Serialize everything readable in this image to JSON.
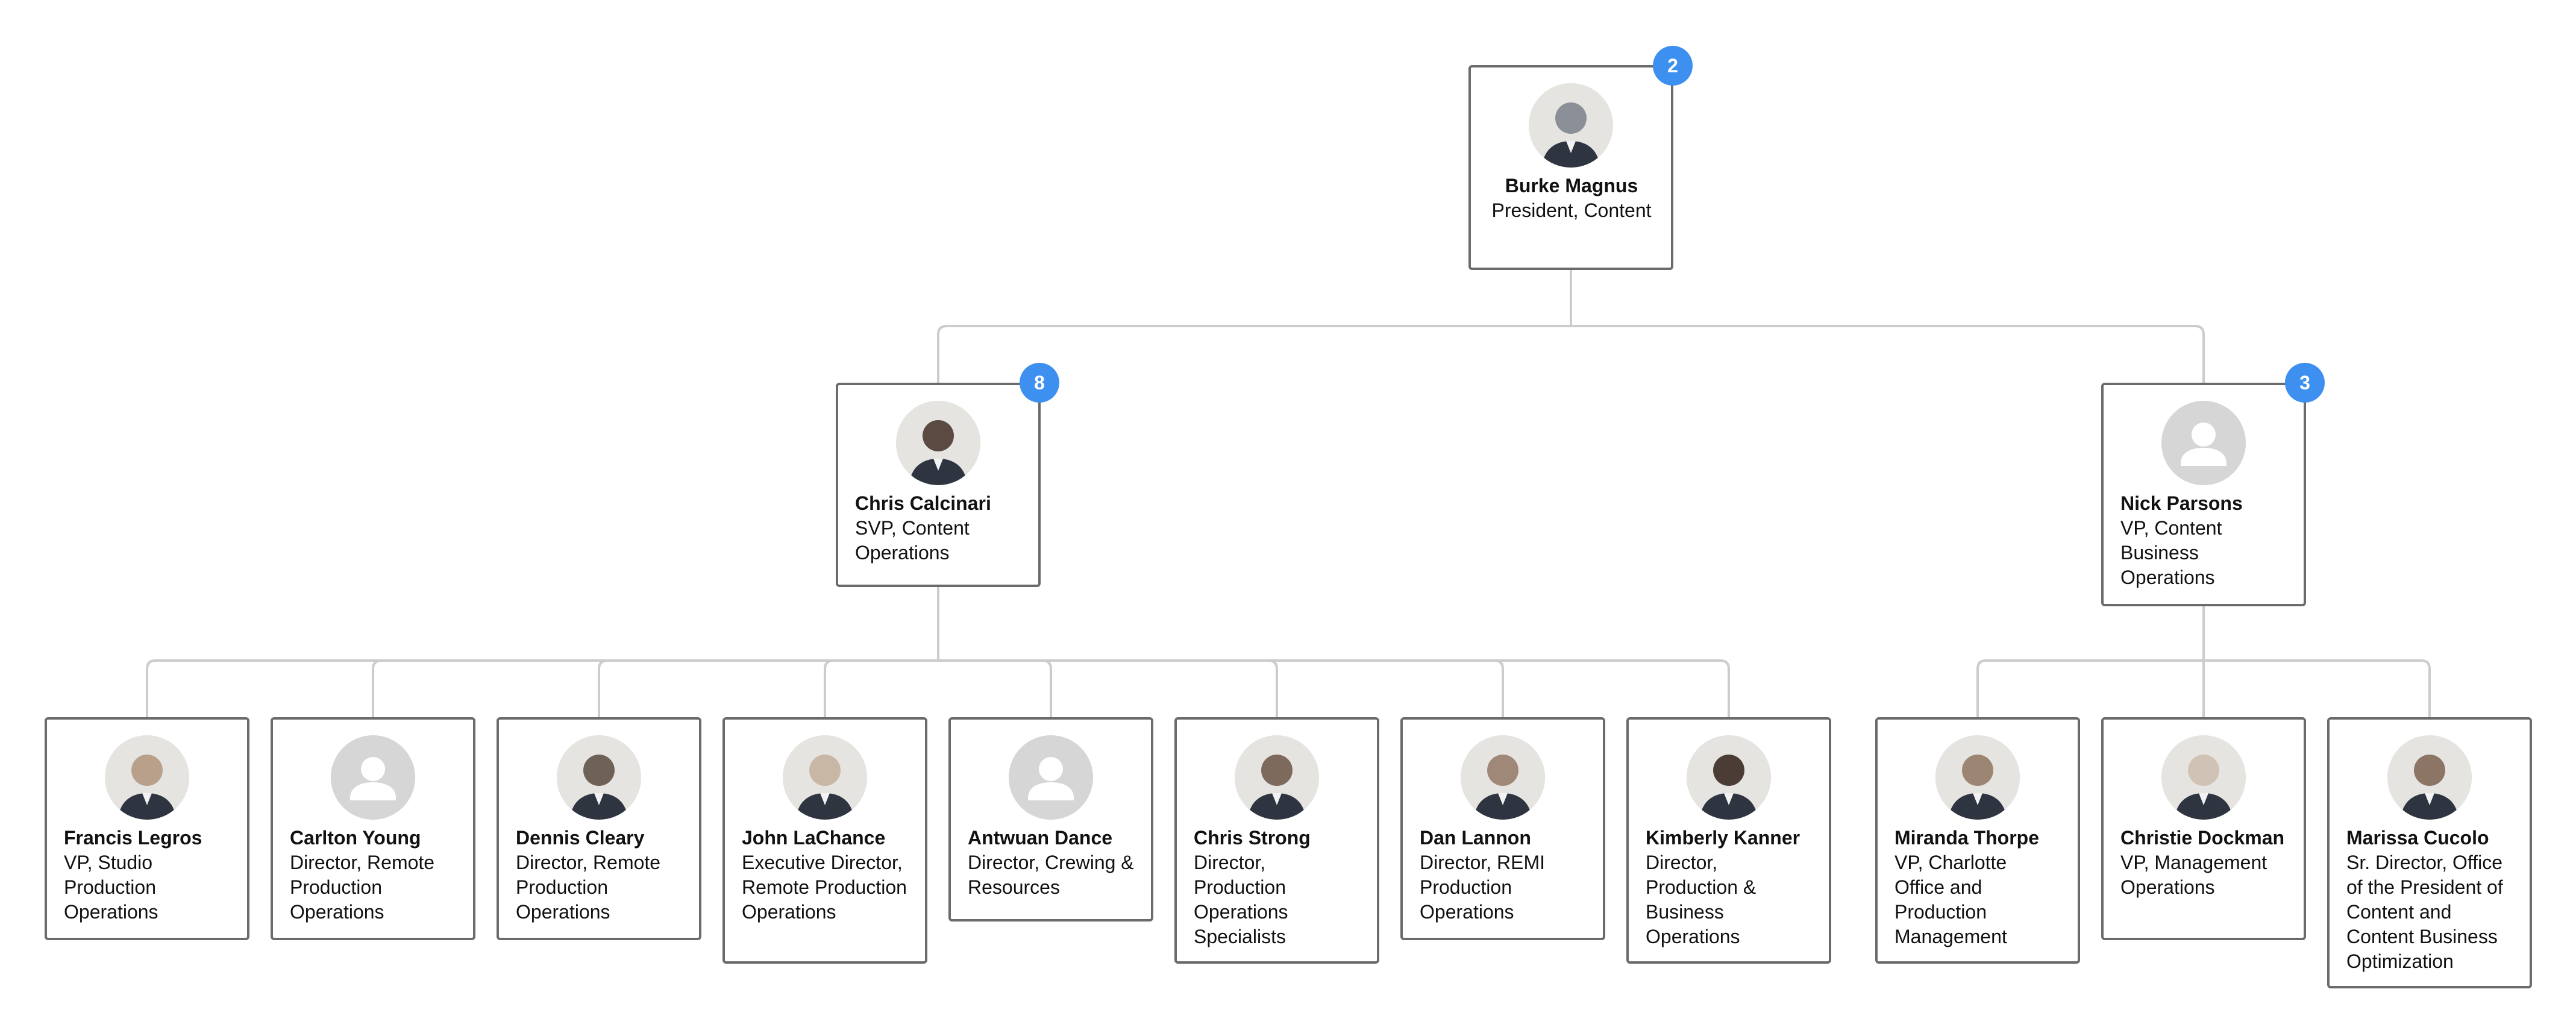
{
  "colors": {
    "badge": "#3d8ff0",
    "connector": "#cccccc",
    "card_border": "#6b6b6b",
    "placeholder_avatar": "#d6d6d6"
  },
  "root": {
    "name": "Burke Magnus",
    "title": "President, Content",
    "badge": "2",
    "avatar": "photo"
  },
  "managers": [
    {
      "name": "Chris Calcinari",
      "title": "SVP, Content Operations",
      "badge": "8",
      "avatar": "photo",
      "reports": [
        {
          "name": "Francis Legros",
          "title": "VP, Studio Production Operations",
          "avatar": "photo"
        },
        {
          "name": "Carlton Young",
          "title": "Director, Remote Production Operations",
          "avatar": "placeholder-person-icon"
        },
        {
          "name": "Dennis Cleary",
          "title": "Director, Remote Production Operations",
          "avatar": "photo"
        },
        {
          "name": "John LaChance",
          "title": "Executive Director, Remote Production Operations",
          "avatar": "photo"
        },
        {
          "name": "Antwuan Dance",
          "title": "Director, Crewing & Resources",
          "avatar": "placeholder-person-icon"
        },
        {
          "name": "Chris Strong",
          "title": "Director, Production Operations Specialists",
          "avatar": "photo"
        },
        {
          "name": "Dan Lannon",
          "title": "Director, REMI Production Operations",
          "avatar": "photo"
        },
        {
          "name": "Kimberly Kanner",
          "title": "Director, Production & Business Operations",
          "avatar": "photo"
        }
      ]
    },
    {
      "name": "Nick Parsons",
      "title": "VP, Content Business Operations",
      "badge": "3",
      "avatar": "placeholder-person-icon",
      "reports": [
        {
          "name": "Miranda Thorpe",
          "title": "VP, Charlotte Office and Production Management",
          "avatar": "photo"
        },
        {
          "name": "Christie Dockman",
          "title": "VP, Management Operations",
          "avatar": "photo"
        },
        {
          "name": "Marissa Cucolo",
          "title": "Sr. Director, Office of the President of Content and Content Business Optimization",
          "avatar": "photo"
        }
      ]
    }
  ]
}
